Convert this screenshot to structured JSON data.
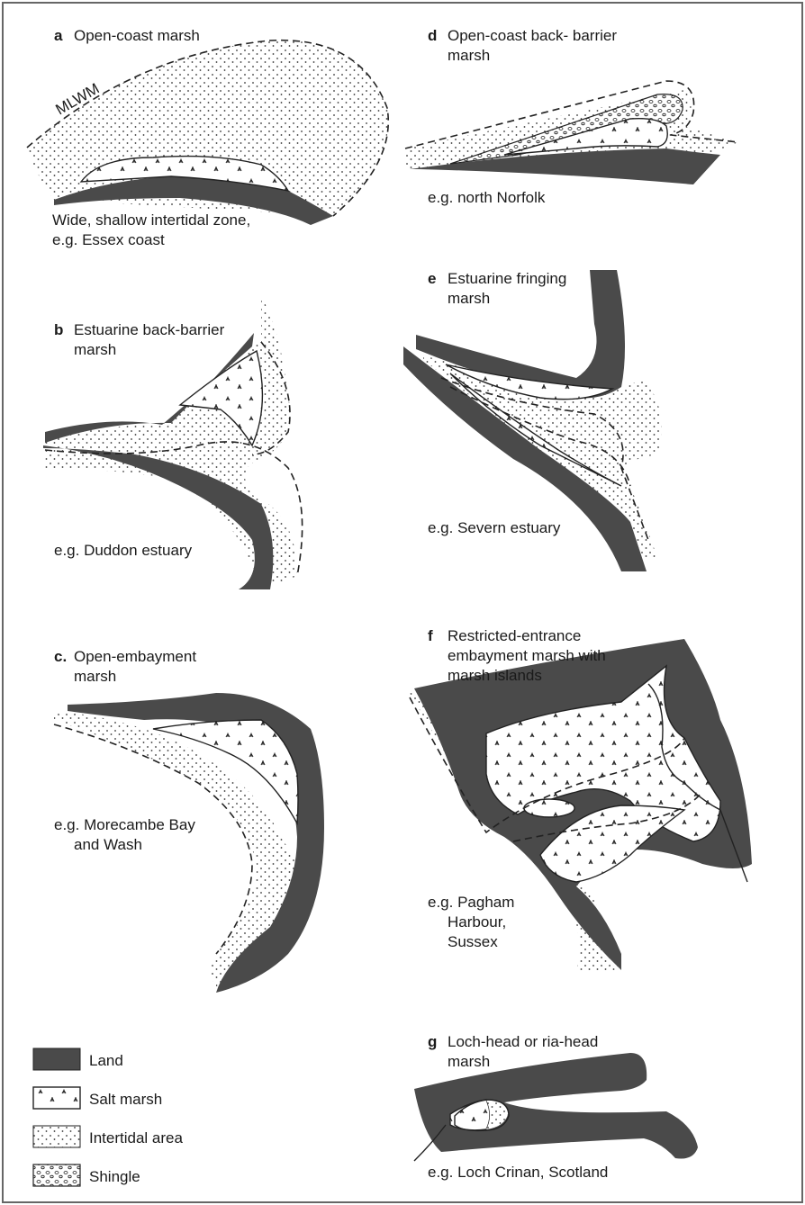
{
  "panels": {
    "a": {
      "letter": "a",
      "title": "Open-coast marsh",
      "lines": [
        "Wide, shallow intertidal zone,",
        "e.g. Essex coast"
      ],
      "mlwm": "MLWM"
    },
    "b": {
      "letter": "b",
      "title_lines": [
        "Estuarine back-barrier",
        "marsh"
      ],
      "example": "e.g. Duddon estuary"
    },
    "c": {
      "letter": "c.",
      "title_lines": [
        "Open-embayment",
        "marsh"
      ],
      "example_lines": [
        "e.g. Morecambe Bay",
        "and Wash"
      ]
    },
    "d": {
      "letter": "d",
      "title_lines": [
        "Open-coast back- barrier",
        "marsh"
      ],
      "example": "e.g. north Norfolk"
    },
    "e": {
      "letter": "e",
      "title_lines": [
        "Estuarine fringing",
        "marsh"
      ],
      "example": "e.g. Severn estuary"
    },
    "f": {
      "letter": "f",
      "title_lines": [
        "Restricted-entrance",
        "embayment marsh with",
        "marsh islands"
      ],
      "example_lines": [
        "e.g. Pagham",
        "Harbour,",
        "Sussex"
      ]
    },
    "g": {
      "letter": "g",
      "title_lines": [
        "Loch-head or ria-head",
        "marsh"
      ],
      "example": "e.g. Loch Crinan, Scotland"
    }
  },
  "legend": [
    "Land",
    "Salt marsh",
    "Intertidal area",
    "Shingle"
  ],
  "colors": {
    "land": "#4a4a4a",
    "line": "#222222",
    "paper": "#ffffff"
  }
}
